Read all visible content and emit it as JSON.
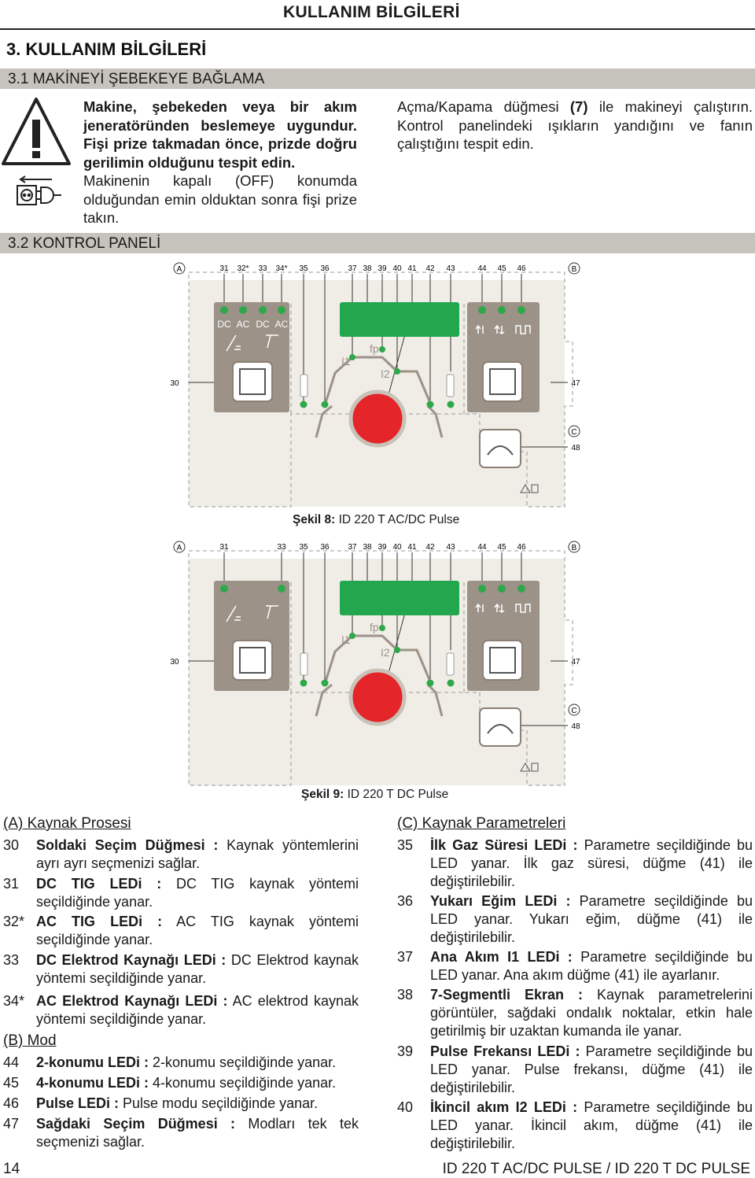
{
  "header": {
    "title": "KULLANIM BİLGİLERİ"
  },
  "section3": {
    "title": "3. KULLANIM BİLGİLERİ"
  },
  "section31": {
    "title": "3.1 MAKİNEYİ ŞEBEKEYE BAĞLAMA",
    "warning_p1_bold": "Makine, şebekeden veya bir akım jeneratöründen beslemeye uygundur. Fişi prize takmadan önce, prizde doğru gerilimin olduğunu tespit edin.",
    "warning_p2": "Makinenin kapalı (OFF) konumda olduğundan emin olduktan sonra fişi prize takın.",
    "right_text_pre": "Açma/Kapama düğmesi ",
    "right_text_bold": "(7)",
    "right_text_post": " ile makineyi çalıştırın. Kontrol panelindeki ışıkların yandığını ve fanın çalıştığını tespit edin."
  },
  "section32": {
    "title": "3.2 KONTROL PANELİ"
  },
  "fig8": {
    "caption_bold": "Şekil 8:",
    "caption_rest": " ID 220 T AC/DC Pulse",
    "top_numbers": [
      "31",
      "32*",
      "33",
      "34*",
      "35",
      "36",
      "37",
      "38",
      "39",
      "40",
      "41",
      "42",
      "43",
      "44",
      "45",
      "46"
    ],
    "letter_a": "A",
    "letter_b": "B",
    "letter_c": "C",
    "left_num": "30",
    "right_num": "47",
    "c_num": "48",
    "mode_labels": [
      "DC",
      "AC",
      "DC",
      "AC"
    ],
    "fp": "fp",
    "i1": "I1",
    "i2": "I2"
  },
  "fig9": {
    "caption_bold": "Şekil 9:",
    "caption_rest": " ID 220 T DC Pulse",
    "top_numbers": [
      "31",
      "33",
      "35",
      "36",
      "37",
      "38",
      "39",
      "40",
      "41",
      "42",
      "43",
      "44",
      "45",
      "46"
    ],
    "letter_a": "A",
    "letter_b": "B",
    "letter_c": "C",
    "left_num": "30",
    "right_num": "47",
    "c_num": "48",
    "fp": "fp",
    "i1": "I1",
    "i2": "I2"
  },
  "list_left": {
    "heading_a": "(A) Kaynak Prosesi",
    "heading_b": "(B) Mod",
    "items_a": [
      {
        "num": "30",
        "label": "Soldaki Seçim Düğmesi :",
        "text": " Kaynak yöntemlerini ayrı ayrı seçmenizi sağlar."
      },
      {
        "num": "31",
        "label": "DC TIG LEDi :",
        "text": " DC TIG kaynak yöntemi seçildiğinde yanar."
      },
      {
        "num": "32*",
        "label": "AC TIG LEDi :",
        "text": " AC TIG kaynak yöntemi seçildiğinde yanar."
      },
      {
        "num": "33",
        "label": "DC Elektrod Kaynağı LEDi :",
        "text": " DC Elektrod kaynak yöntemi seçildiğinde yanar."
      },
      {
        "num": "34*",
        "label": "AC Elektrod Kaynağı LEDi :",
        "text": " AC elektrod kaynak yöntemi seçildiğinde yanar."
      }
    ],
    "items_b": [
      {
        "num": "44",
        "label": "2-konumu LEDi :",
        "text": " 2-konumu seçildiğinde yanar."
      },
      {
        "num": "45",
        "label": "4-konumu LEDi :",
        "text": " 4-konumu seçildiğinde yanar."
      },
      {
        "num": "46",
        "label": "Pulse LEDi :",
        "text": " Pulse modu seçildiğinde yanar."
      },
      {
        "num": "47",
        "label": "Sağdaki Seçim Düğmesi :",
        "text": " Modları tek tek seçmenizi sağlar."
      }
    ]
  },
  "list_right": {
    "heading_c": "(C) Kaynak Parametreleri",
    "items_c": [
      {
        "num": "35",
        "label": "İlk Gaz Süresi LEDi :",
        "text": " Parametre seçildiğinde bu LED yanar. İlk gaz süresi, düğme (41) ile değiştirilebilir."
      },
      {
        "num": "36",
        "label": "Yukarı Eğim LEDi :",
        "text": " Parametre seçildiğinde bu LED yanar. Yukarı eğim, düğme (41) ile değiştirilebilir."
      },
      {
        "num": "37",
        "label": "Ana Akım I1 LEDi :",
        "text": " Parametre seçildiğinde bu LED yanar. Ana akım düğme (41) ile ayarlanır."
      },
      {
        "num": "38",
        "label": "7-Segmentli Ekran :",
        "text": " Kaynak parametrelerini görüntüler, sağdaki ondalık noktalar, etkin hale getirilmiş bir uzaktan kumanda ile yanar."
      },
      {
        "num": "39",
        "label": "Pulse Frekansı LEDi :",
        "text": " Parametre seçildiğinde bu LED yanar. Pulse frekansı, düğme (41) ile değiştirilebilir."
      },
      {
        "num": "40",
        "label": "İkincil akım I2 LEDi :",
        "text": " Parametre seçildiğinde bu LED yanar. İkincil akım, düğme (41) ile değiştirilebilir."
      }
    ]
  },
  "footer": {
    "page": "14",
    "model": "ID 220 T AC/DC PULSE / ID 220 T DC PULSE"
  },
  "colors": {
    "panel_bg": "#f0ede6",
    "panel_block": "#9c9288",
    "led_green": "#2ea84a",
    "display_green": "#22a64e",
    "knob_red": "#e4252a",
    "bar_gray": "#c6c3bd"
  }
}
